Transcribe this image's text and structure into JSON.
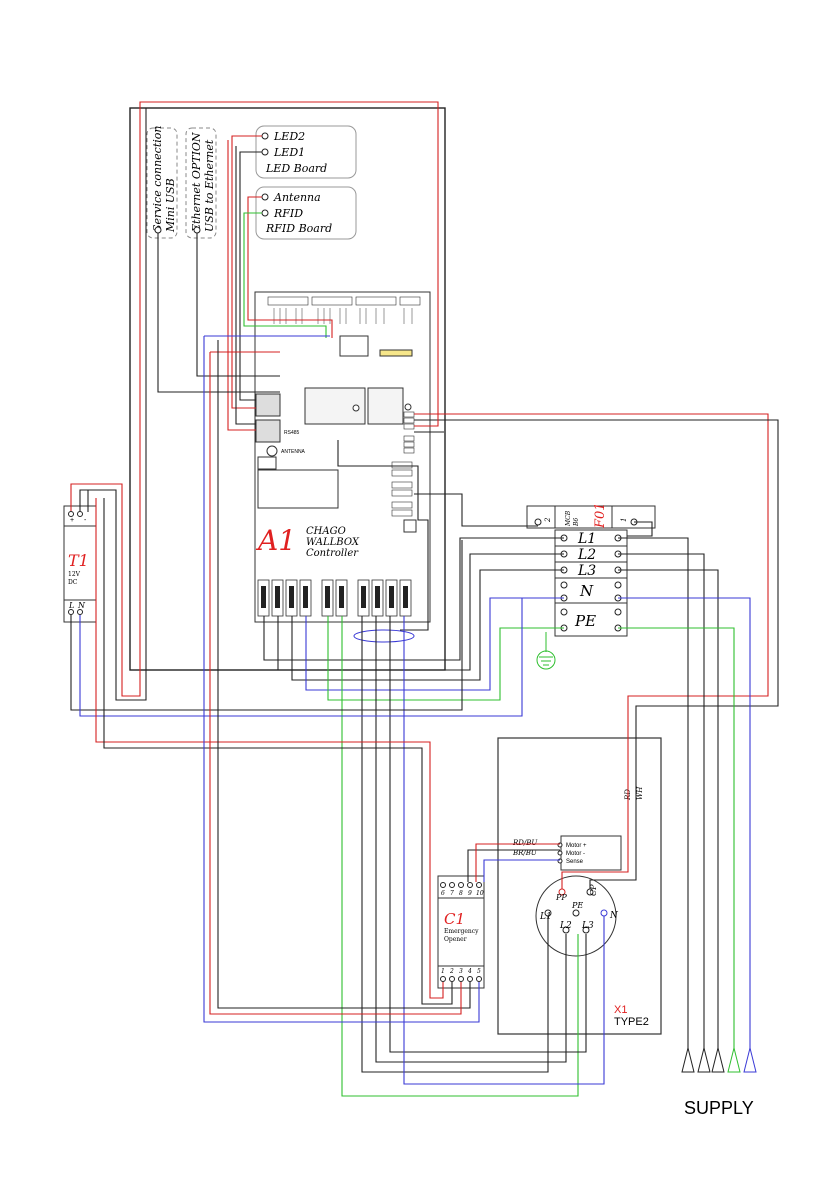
{
  "colors": {
    "red": "#d42020",
    "black": "#222222",
    "gray": "#777777",
    "blue": "#3a3ad6",
    "green": "#2fbf2f",
    "accent": "#e02020"
  },
  "service": {
    "line1": "Service connection",
    "line2": "Mini USB"
  },
  "ethernet": {
    "line1": "Ethernet OPTION",
    "line2": "USB to Ethernet"
  },
  "led_board": {
    "led2": "LED2",
    "led1": "LED1",
    "title": "LED Board"
  },
  "rfid_board": {
    "antenna": "Antenna",
    "rfid": "RFID",
    "title": "RFID Board"
  },
  "a1": {
    "tag": "A1",
    "line1": "CHAGO",
    "line2": "WALLBOX",
    "line3": "Controller",
    "antenna": "ANTENNA",
    "rs485": "RS485"
  },
  "t1": {
    "tag": "T1",
    "line1": "12V",
    "line2": "DC",
    "l": "L",
    "n": "N",
    "plus": "+",
    "minus": "-"
  },
  "f01": {
    "tag": "F01",
    "mcb": "MCB",
    "rating": "B6",
    "t1": "1",
    "t2": "2"
  },
  "terminals": {
    "l1": "L1",
    "l2": "L2",
    "l3": "L3",
    "n": "N",
    "pe": "PE"
  },
  "c1": {
    "tag": "C1",
    "line1": "Emergency",
    "line2": "Opener",
    "top": [
      "6",
      "7",
      "8",
      "9",
      "10"
    ],
    "bottom": [
      "1",
      "2",
      "3",
      "4",
      "5"
    ]
  },
  "x1": {
    "tag": "X1",
    "type": "TYPE2",
    "motor_plus": "Motor +",
    "motor_minus": "Motor -",
    "sense": "Sense",
    "rdbu": "RD/BU",
    "brbu": "BR/BU",
    "rd": "RD",
    "wh": "WH",
    "pp": "PP",
    "cp": "CP",
    "pe": "PE",
    "l1": "L1",
    "l2": "L2",
    "l3": "L3",
    "n": "N"
  },
  "supply": "SUPPLY"
}
